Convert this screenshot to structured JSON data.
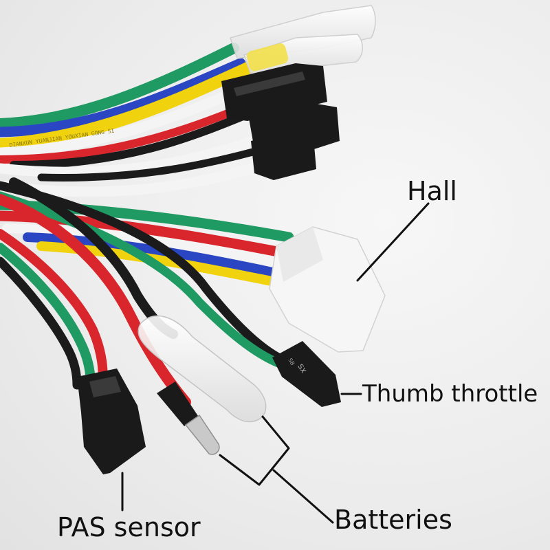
{
  "labels": {
    "hall": "Hall",
    "thumb_throttle": "Thumb throttle",
    "batteries": "Batteries",
    "pas_sensor": "PAS sensor"
  },
  "wire_print": "DIANXUN YUANJIAN YOUXIAN GONG SI",
  "connector_marks": [
    "SX",
    "SB"
  ],
  "colors": {
    "background": "#eeeeee",
    "wire_red": "#d8262c",
    "wire_green": "#1f9a63",
    "wire_blue": "#2a46c2",
    "wire_yellow": "#f0d20f",
    "wire_black": "#1b1b1b",
    "wire_white": "#f4f4f4",
    "connector_black": "#1a1a1a",
    "connector_white": "#f6f6f6",
    "leader_line": "#111111"
  }
}
